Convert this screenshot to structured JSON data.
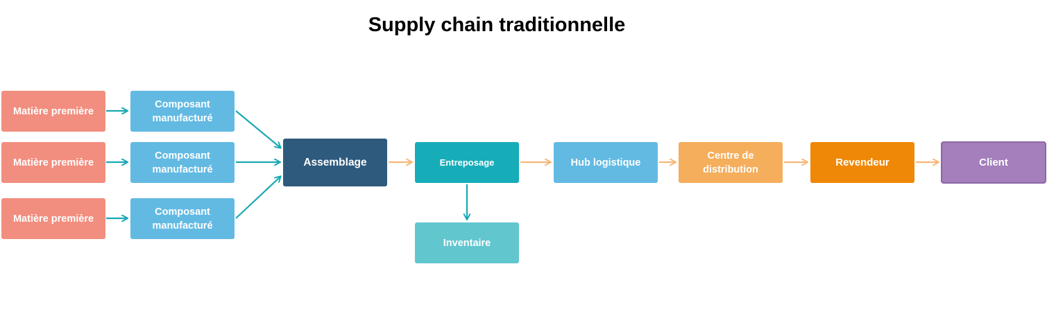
{
  "title": "Supply chain traditionnelle",
  "nodes": {
    "raw": [
      "Matière première",
      "Matière première",
      "Matière première"
    ],
    "components": [
      "Composant manufacturé",
      "Composant manufacturé",
      "Composant manufacturé"
    ],
    "assembly": "Assemblage",
    "warehousing": "Entreposage",
    "inventory": "Inventaire",
    "hub": "Hub logistique",
    "distribution": "Centre de distribution",
    "retailer": "Revendeur",
    "client": "Client"
  },
  "colors": {
    "raw": "#f28e7f",
    "component": "#62bae3",
    "assembly": "#2e5a7d",
    "warehousing": "#16adb9",
    "inventory": "#62c6cf",
    "hub": "#62bae3",
    "distribution": "#f5ae5c",
    "retailer": "#ef8807",
    "client": "#a47fbb",
    "arrow_teal": "#1aa8b3",
    "arrow_orange": "#f7b77a"
  }
}
